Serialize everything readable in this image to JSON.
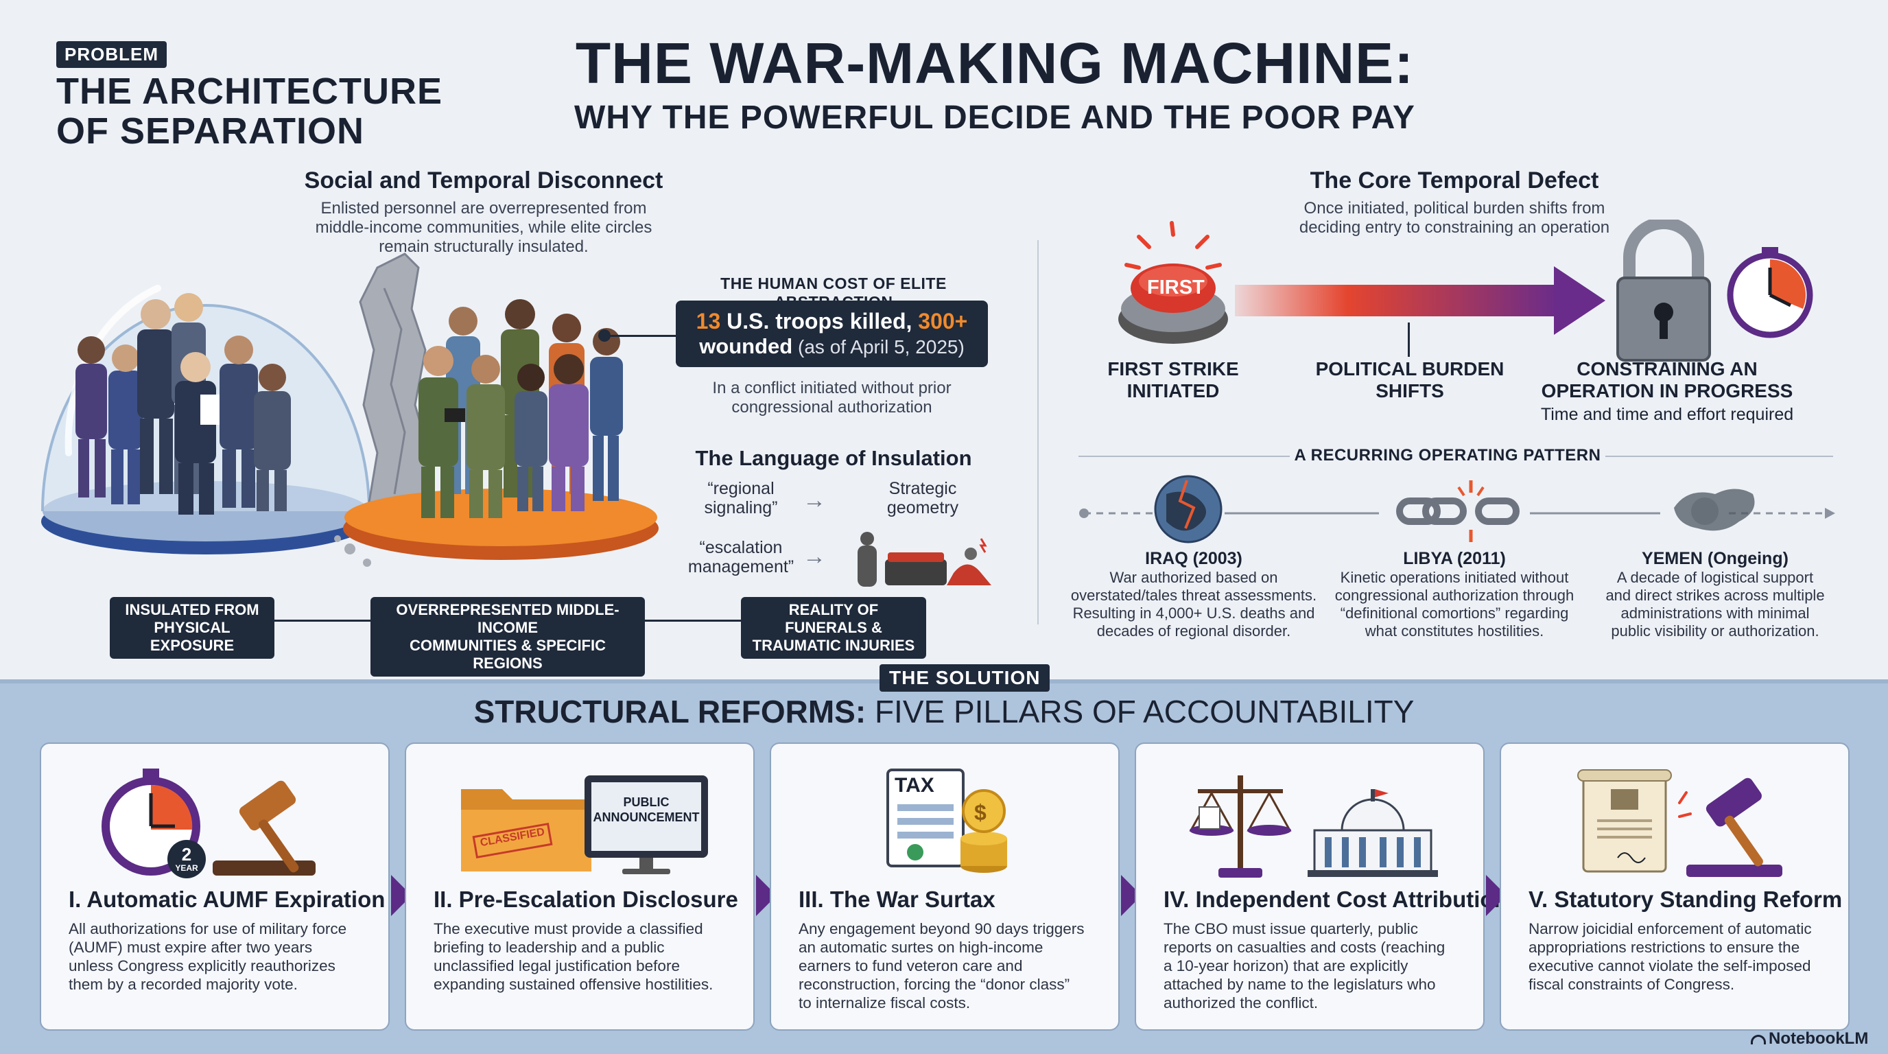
{
  "header": {
    "tag": "PROBLEM",
    "problem_title_line1": "THE ARCHITECTURE",
    "problem_title_line2": "OF SEPARATION",
    "main_title": "THE WAR-MAKING MACHINE:",
    "main_subtitle": "WHY THE POWERFUL DECIDE AND THE POOR PAY"
  },
  "social": {
    "heading": "Social and Temporal Disconnect",
    "text": [
      "Enlisted personnel are overrepresented from",
      "middle-income communities, while elite circles",
      "remain structurally insulated."
    ],
    "label_left": [
      "INSULATED FROM",
      "PHYSICAL EXPOSURE"
    ],
    "label_mid": [
      "OVERREPRESENTED MIDDLE-INCOME",
      "COMMUNITIES & SPECIFIC REGIONS"
    ],
    "label_right": [
      "REALITY OF FUNERALS &",
      "TRAUMATIC INJURIES"
    ]
  },
  "human_cost": {
    "heading": "THE HUMAN COST OF ELITE ABSTRACTION",
    "num_killed": "13",
    "killed_text": " U.S. troops killed, ",
    "num_wounded": "300+",
    "wounded_word": "wounded",
    "as_of": " (as of April 5, 2025)",
    "caption": [
      "In a conflict initiated without prior",
      "congressional authorization"
    ]
  },
  "insulation": {
    "heading": "The Language of Insulation",
    "term1": [
      "“regional",
      "signaling”"
    ],
    "term2": [
      "“escalation",
      "management”"
    ],
    "term3": [
      "Strategic",
      "geometry"
    ]
  },
  "temporal": {
    "heading": "The Core Temporal Defect",
    "text": [
      "Once initiated, political burden shifts from",
      "deciding entry to constraining an operation"
    ],
    "button_label": "FIRST",
    "step1": [
      "FIRST STRIKE",
      "INITIATED"
    ],
    "step2": [
      "POLITICAL BURDEN",
      "SHIFTS"
    ],
    "step3": [
      "CONSTRAINING AN",
      "OPERATION IN PROGRESS"
    ],
    "step3_sub": "Time and time and effort required"
  },
  "pattern": {
    "heading": "A RECURRING OPERATING PATTERN",
    "cases": [
      {
        "head": "IRAQ (2003)",
        "text": [
          "War authorized based on",
          "overstated/tales threat assessments.",
          "Resulting in 4,000+ U.S. deaths and",
          "decades of regional disorder."
        ]
      },
      {
        "head": "LIBYA (2011)",
        "text": [
          "Kinetic operations initiated without",
          "congressional authorization through",
          "“definitional comortions” regarding",
          "what constitutes hostilities."
        ]
      },
      {
        "head": "YEMEN (Ongeing)",
        "text": [
          "A decade of logistical support",
          "and direct strikes across multiple",
          "administrations with minimal",
          "public visibility or authorization."
        ]
      }
    ]
  },
  "solution": {
    "tag": "THE SOLUTION",
    "title_bold": "STRUCTURAL REFORMS:",
    "title_light": " FIVE PILLARS OF ACCOUNTABILITY",
    "cards": [
      {
        "title": "I. Automatic AUMF Expiration",
        "text": [
          "All authorizations for use of military force",
          "(AUMF) must expire after two years",
          "unless Congress explicitly reauthorizes",
          "them by a recorded majority vote."
        ],
        "badge_num": "2",
        "badge_word": "YEAR"
      },
      {
        "title": "II. Pre-Escalation Disclosure",
        "text": [
          "The executive must provide a classified",
          "briefing to leadership and a public",
          "unclassified legal justification before",
          "expanding sustained offensive hostilities."
        ],
        "folder_stamp": "CLASSIFIED",
        "monitor_text": [
          "PUBLIC",
          "ANNOUNCEMENT"
        ]
      },
      {
        "title": "III. The War Surtax",
        "text": [
          "Any engagement beyond 90 days triggers",
          "an automatic surtes on high-income",
          "earners to fund veteron care and",
          "reconstruction, forcing the “donor class”",
          "to internalize fiscal costs."
        ],
        "tax_label": "TAX"
      },
      {
        "title": "IV. Independent Cost Attribution",
        "text": [
          "The CBO must issue quarterly, public",
          "reports on casualties and costs (reaching",
          "a 10-year horizon) that are explicitly",
          "attached by name to the legislaturs who",
          "authorized the conflict."
        ]
      },
      {
        "title": "V. Statutory Standing Reform",
        "text": [
          "Narrow joicidial enforcement of automatic",
          "appropriations restrictions to ensure the",
          "executive cannot violate the self-imposed",
          "fiscal constraints of Congress."
        ]
      }
    ]
  },
  "credit": "NotebookLM",
  "colors": {
    "navy": "#1f2a3b",
    "orange": "#f08a2c",
    "purple": "#5b2b85",
    "red": "#d8372b",
    "band": "#aec3dc"
  }
}
